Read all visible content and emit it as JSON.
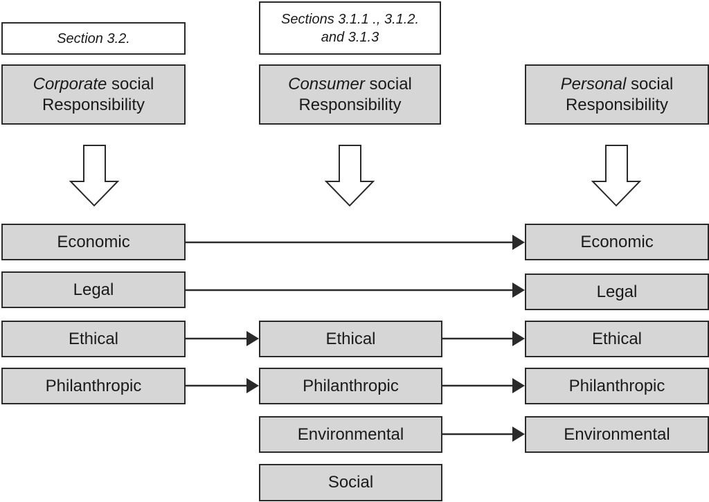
{
  "notes": {
    "corporate": "Section 3.2.",
    "consumer_line1": "Sections 3.1.1 ., 3.1.2.",
    "consumer_line2": "and 3.1.3"
  },
  "headers": {
    "corporate": {
      "emph": "Corporate",
      "rest": " social",
      "line2": "Responsibility"
    },
    "consumer": {
      "emph": "Consumer",
      "rest": " social",
      "line2": "Responsibility"
    },
    "personal": {
      "emph": "Personal",
      "rest": " social",
      "line2": "Responsibility"
    }
  },
  "columns": {
    "corporate": [
      "Economic",
      "Legal",
      "Ethical",
      "Philanthropic"
    ],
    "consumer": [
      "Ethical",
      "Philanthropic",
      "Environmental",
      "Social"
    ],
    "personal": [
      "Economic",
      "Legal",
      "Ethical",
      "Philanthropic",
      "Environmental"
    ]
  },
  "connections": [
    {
      "from": "corporate.Economic",
      "to": "personal.Economic"
    },
    {
      "from": "corporate.Legal",
      "to": "personal.Legal"
    },
    {
      "from": "corporate.Ethical",
      "to": "consumer.Ethical"
    },
    {
      "from": "corporate.Philanthropic",
      "to": "consumer.Philanthropic"
    },
    {
      "from": "consumer.Ethical",
      "to": "personal.Ethical"
    },
    {
      "from": "consumer.Philanthropic",
      "to": "personal.Philanthropic"
    },
    {
      "from": "consumer.Environmental",
      "to": "personal.Environmental"
    }
  ],
  "colors": {
    "box_fill": "#d6d6d6",
    "border": "#2a2a2a",
    "arrow": "#2a2a2a"
  }
}
